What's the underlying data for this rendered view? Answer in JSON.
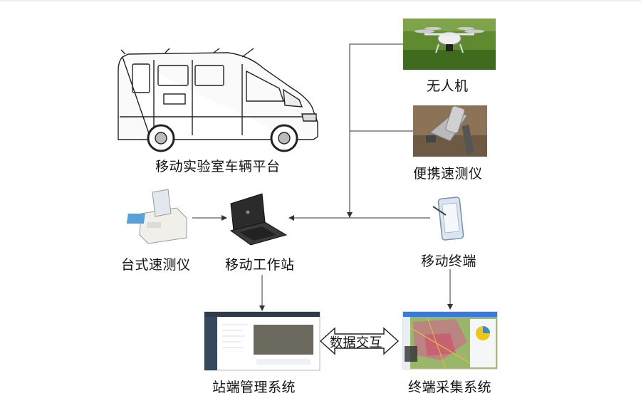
{
  "nodes": {
    "vehicle": {
      "label": "移动实验室车辆平台"
    },
    "drone": {
      "label": "无人机"
    },
    "portable": {
      "label": "便携速测仪"
    },
    "desktop": {
      "label": "台式速测仪"
    },
    "workstation": {
      "label": "移动工作站"
    },
    "terminal": {
      "label": "移动终端"
    },
    "station_system": {
      "label": "站端管理系统"
    },
    "terminal_system": {
      "label": "终端采集系统"
    }
  },
  "exchange": {
    "label": "数据交互"
  },
  "colors": {
    "line": "#333333",
    "accent": "#2b6cb0",
    "field": "#6b8f3a"
  }
}
